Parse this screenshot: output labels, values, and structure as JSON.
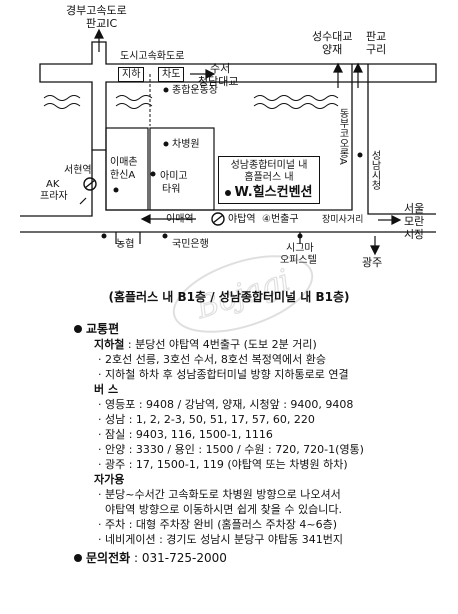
{
  "map": {
    "labels": {
      "gyeongbu_top": "경부고속도로",
      "pangyo_ic": "판교IC",
      "dosi_highway": "도시고속화도로",
      "jiha": "지하",
      "chado": "차도",
      "suseo": "수서",
      "cheongdam_bridge": "청담대교",
      "sports_complex": "종합운동장",
      "seongsu_bridge": "성수대교",
      "yangjae": "양재",
      "pangyo_top": "판교",
      "guri": "구리",
      "cha_hospital": "차병원",
      "imae_village": "이매촌",
      "hansin_a": "한신A",
      "amigo_tower": "아미고",
      "amigo_tower2": "타워",
      "seohyeon_station": "서현역",
      "ak_plaza": "AK",
      "ak_plaza2": "프라자",
      "dongbu": "동부코오롱A",
      "seongnam_city": "성남시청",
      "venue_line1": "성남종합터미널 내",
      "venue_line2": "홈플러스 내",
      "venue_name": "W.힐스컨벤션",
      "imae_station": "이매역",
      "yatap_station": "야탑역",
      "exit4": "④번출구",
      "jangmisa": "장미사거리",
      "seoul_moran": "서울",
      "seoul_moran2": "모란",
      "seoul_moran3": "시장",
      "nonghyup": "농협",
      "kookmin_bank": "국민은행",
      "sigma_office": "시그마",
      "sigma_office2": "오피스텔",
      "gwangju": "광주"
    }
  },
  "caption": "(홈플러스 내 B1층 / 성남종합터미널 내 B1층)",
  "transport": {
    "title": "교통편",
    "subway": {
      "label": "지하철",
      "line": " : 분당선 야탑역 4번출구 (도보 2분 거리)",
      "items": [
        "· 2호선 선릉, 3호선 수서, 8호선 복정역에서 환승",
        "· 지하철 하차 후 성남종합터미널 방향 지하통로로 연결"
      ]
    },
    "bus": {
      "label": "버    스",
      "items": [
        "· 영등포 : 9408 / 강남역, 양재, 시청앞 : 9400, 9408",
        "· 성남 : 1, 2, 2-3, 50, 51, 17, 57, 60, 220",
        "· 잠실 : 9403, 116, 1500-1, 1116",
        "· 안양 : 3330 / 용인 : 1500 / 수원 : 720, 720-1(영통)",
        "· 광주 : 17, 1500-1, 119 (야탑역 또는 차병원 하차)"
      ]
    },
    "car": {
      "label": "자가용",
      "items": [
        "· 분당~수서간 고속화도로 차병원 방향으로 나오셔서",
        "  야탑역 방향으로 이동하시면 쉽게 찾을 수 있습니다.",
        "· 주차 : 대형 주차장 완비 (홈플러스 주차장 4~6층)",
        "· 네비게이션 : 경기도 성남시 분당구 야탑동 341번지"
      ]
    }
  },
  "phone": {
    "title": "문의전화",
    "number": " : 031-725-2000"
  },
  "colors": {
    "ink": "#111111",
    "paper": "#ffffff"
  }
}
